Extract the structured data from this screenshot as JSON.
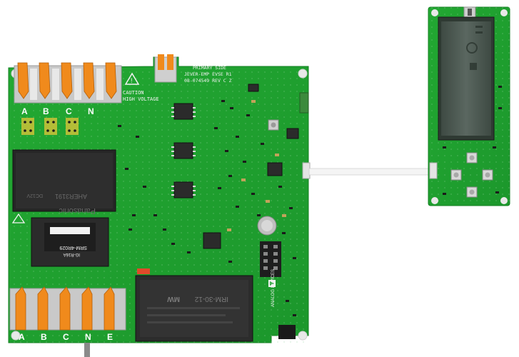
{
  "colors": {
    "pcb": "#1fa12f",
    "pcb_dark": "#178a26",
    "silkscreen": "#f2f2f2",
    "terminal_lever": "#f08a1c",
    "terminal_body": "#cfcfcf",
    "ic": "#2b2b2b",
    "relay": "#2a2a2a",
    "psu": "#2e2e2e",
    "lcd": "#4d5a52"
  },
  "main_board": {
    "silk_primary_side": "PRIMARY SIDE",
    "silk_board_name": "JEVER-EMP EVSE R1",
    "silk_part_number": "08-074549 REV C Z",
    "caution_text_1": "CAUTION",
    "caution_text_2": "HIGH VOLTAGE",
    "terminal_labels_top": [
      "A",
      "B",
      "C",
      "N"
    ],
    "terminal_labels_bottom": [
      "A",
      "B",
      "C",
      "N",
      "E"
    ],
    "relay_brand": "Panasonic",
    "relay_part": "AHER3191",
    "relay_code": "DC12V",
    "transformer_label": "SRM-4R029",
    "transformer_sub": "IG-R16A",
    "psu_brand": "MW",
    "psu_model": "IRM-30-12",
    "company_logo_text": "ANALOG DEVICES"
  },
  "display_board": {
    "icons": [
      "power-icon",
      "menu-icon"
    ]
  }
}
